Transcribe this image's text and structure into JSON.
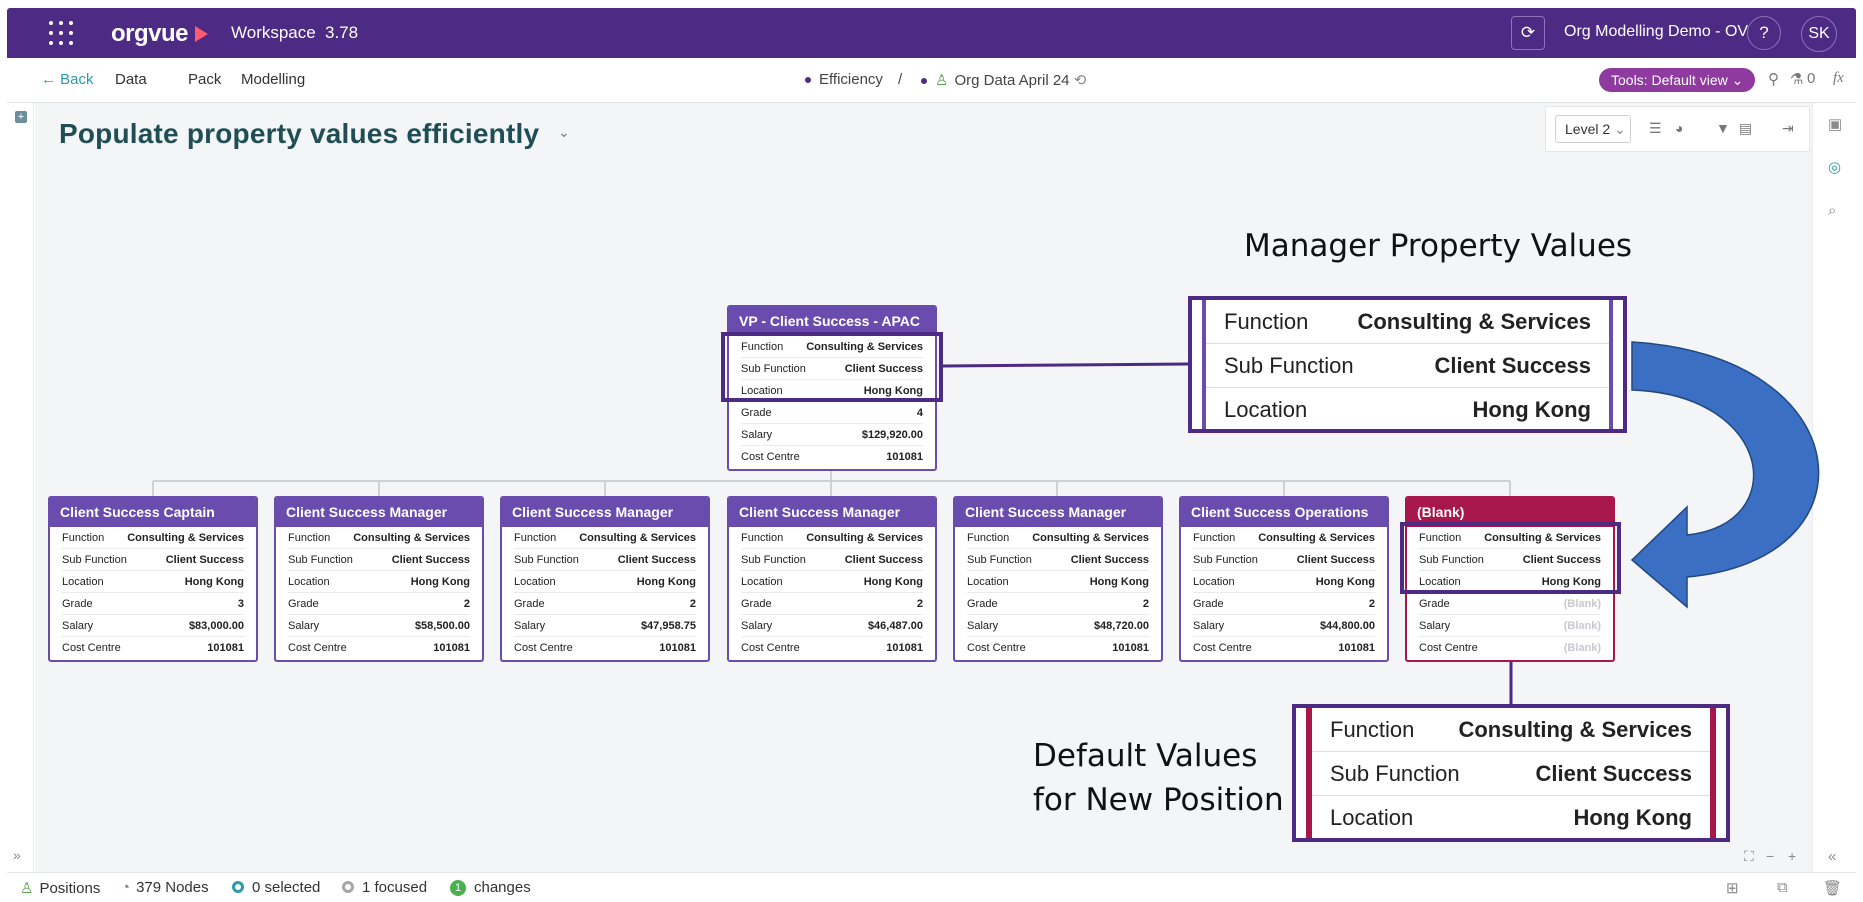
{
  "app": {
    "logo": "orgvue",
    "workspace_label": "Workspace",
    "workspace_version": "3.78",
    "dataset_name": "Org Modelling Demo - OV",
    "help_label": "?",
    "user_initials": "SK"
  },
  "subbar": {
    "back_label": "Back",
    "nav": [
      "Data",
      "Pack",
      "Modelling"
    ],
    "breadcrumb_view": "Efficiency",
    "breadcrumb_sep": "/",
    "breadcrumb_dataset": "Org Data April 24",
    "tools_label": "Tools: Default view",
    "counter": "0",
    "fx_label": "fx"
  },
  "page": {
    "title": "Populate property values efficiently"
  },
  "toolstrip": {
    "level_label": "Level 2"
  },
  "org": {
    "root": {
      "title": "VP - Client Success - APAC",
      "rows": [
        {
          "k": "Function",
          "v": "Consulting & Services"
        },
        {
          "k": "Sub Function",
          "v": "Client Success"
        },
        {
          "k": "Location",
          "v": "Hong Kong"
        },
        {
          "k": "Grade",
          "v": "4"
        },
        {
          "k": "Salary",
          "v": "$129,920.00"
        },
        {
          "k": "Cost Centre",
          "v": "101081"
        }
      ]
    },
    "children": [
      {
        "title": "Client Success Captain",
        "rows": [
          {
            "k": "Function",
            "v": "Consulting & Services"
          },
          {
            "k": "Sub Function",
            "v": "Client Success"
          },
          {
            "k": "Location",
            "v": "Hong Kong"
          },
          {
            "k": "Grade",
            "v": "3"
          },
          {
            "k": "Salary",
            "v": "$83,000.00"
          },
          {
            "k": "Cost Centre",
            "v": "101081"
          }
        ]
      },
      {
        "title": "Client Success Manager",
        "rows": [
          {
            "k": "Function",
            "v": "Consulting & Services"
          },
          {
            "k": "Sub Function",
            "v": "Client Success"
          },
          {
            "k": "Location",
            "v": "Hong Kong"
          },
          {
            "k": "Grade",
            "v": "2"
          },
          {
            "k": "Salary",
            "v": "$58,500.00"
          },
          {
            "k": "Cost Centre",
            "v": "101081"
          }
        ]
      },
      {
        "title": "Client Success Manager",
        "rows": [
          {
            "k": "Function",
            "v": "Consulting & Services"
          },
          {
            "k": "Sub Function",
            "v": "Client Success"
          },
          {
            "k": "Location",
            "v": "Hong Kong"
          },
          {
            "k": "Grade",
            "v": "2"
          },
          {
            "k": "Salary",
            "v": "$47,958.75"
          },
          {
            "k": "Cost Centre",
            "v": "101081"
          }
        ]
      },
      {
        "title": "Client Success Manager",
        "rows": [
          {
            "k": "Function",
            "v": "Consulting & Services"
          },
          {
            "k": "Sub Function",
            "v": "Client Success"
          },
          {
            "k": "Location",
            "v": "Hong Kong"
          },
          {
            "k": "Grade",
            "v": "2"
          },
          {
            "k": "Salary",
            "v": "$46,487.00"
          },
          {
            "k": "Cost Centre",
            "v": "101081"
          }
        ]
      },
      {
        "title": "Client Success Manager",
        "rows": [
          {
            "k": "Function",
            "v": "Consulting & Services"
          },
          {
            "k": "Sub Function",
            "v": "Client Success"
          },
          {
            "k": "Location",
            "v": "Hong Kong"
          },
          {
            "k": "Grade",
            "v": "2"
          },
          {
            "k": "Salary",
            "v": "$48,720.00"
          },
          {
            "k": "Cost Centre",
            "v": "101081"
          }
        ]
      },
      {
        "title": "Client Success Operations",
        "rows": [
          {
            "k": "Function",
            "v": "Consulting & Services"
          },
          {
            "k": "Sub Function",
            "v": "Client Success"
          },
          {
            "k": "Location",
            "v": "Hong Kong"
          },
          {
            "k": "Grade",
            "v": "2"
          },
          {
            "k": "Salary",
            "v": "$44,800.00"
          },
          {
            "k": "Cost Centre",
            "v": "101081"
          }
        ]
      },
      {
        "title": "(Blank)",
        "blank": true,
        "rows": [
          {
            "k": "Function",
            "v": "Consulting & Services"
          },
          {
            "k": "Sub Function",
            "v": "Client Success"
          },
          {
            "k": "Location",
            "v": "Hong Kong"
          },
          {
            "k": "Grade",
            "v": "(Blank)"
          },
          {
            "k": "Salary",
            "v": "(Blank)"
          },
          {
            "k": "Cost Centre",
            "v": "(Blank)"
          }
        ]
      }
    ]
  },
  "callouts": {
    "manager_title": "Manager Property Values",
    "manager_rows": [
      {
        "k": "Function",
        "v": "Consulting & Services"
      },
      {
        "k": "Sub Function",
        "v": "Client Success"
      },
      {
        "k": "Location",
        "v": "Hong Kong"
      }
    ],
    "default_title_line1": "Default Values",
    "default_title_line2": "for New Position",
    "default_rows": [
      {
        "k": "Function",
        "v": "Consulting & Services"
      },
      {
        "k": "Sub Function",
        "v": "Client Success"
      },
      {
        "k": "Location",
        "v": "Hong Kong"
      }
    ]
  },
  "status": {
    "positions_label": "Positions",
    "nodes_label": "379 Nodes",
    "selected_label": "0 selected",
    "focused_label": "1 focused",
    "changes_count": "1",
    "changes_label": "changes"
  },
  "colors": {
    "brand_purple": "#4d2a84",
    "card_purple": "#6a4caf",
    "blank_red": "#a8174a",
    "accent_teal": "#2b9aa9",
    "arrow_blue": "#3a6fc4"
  }
}
